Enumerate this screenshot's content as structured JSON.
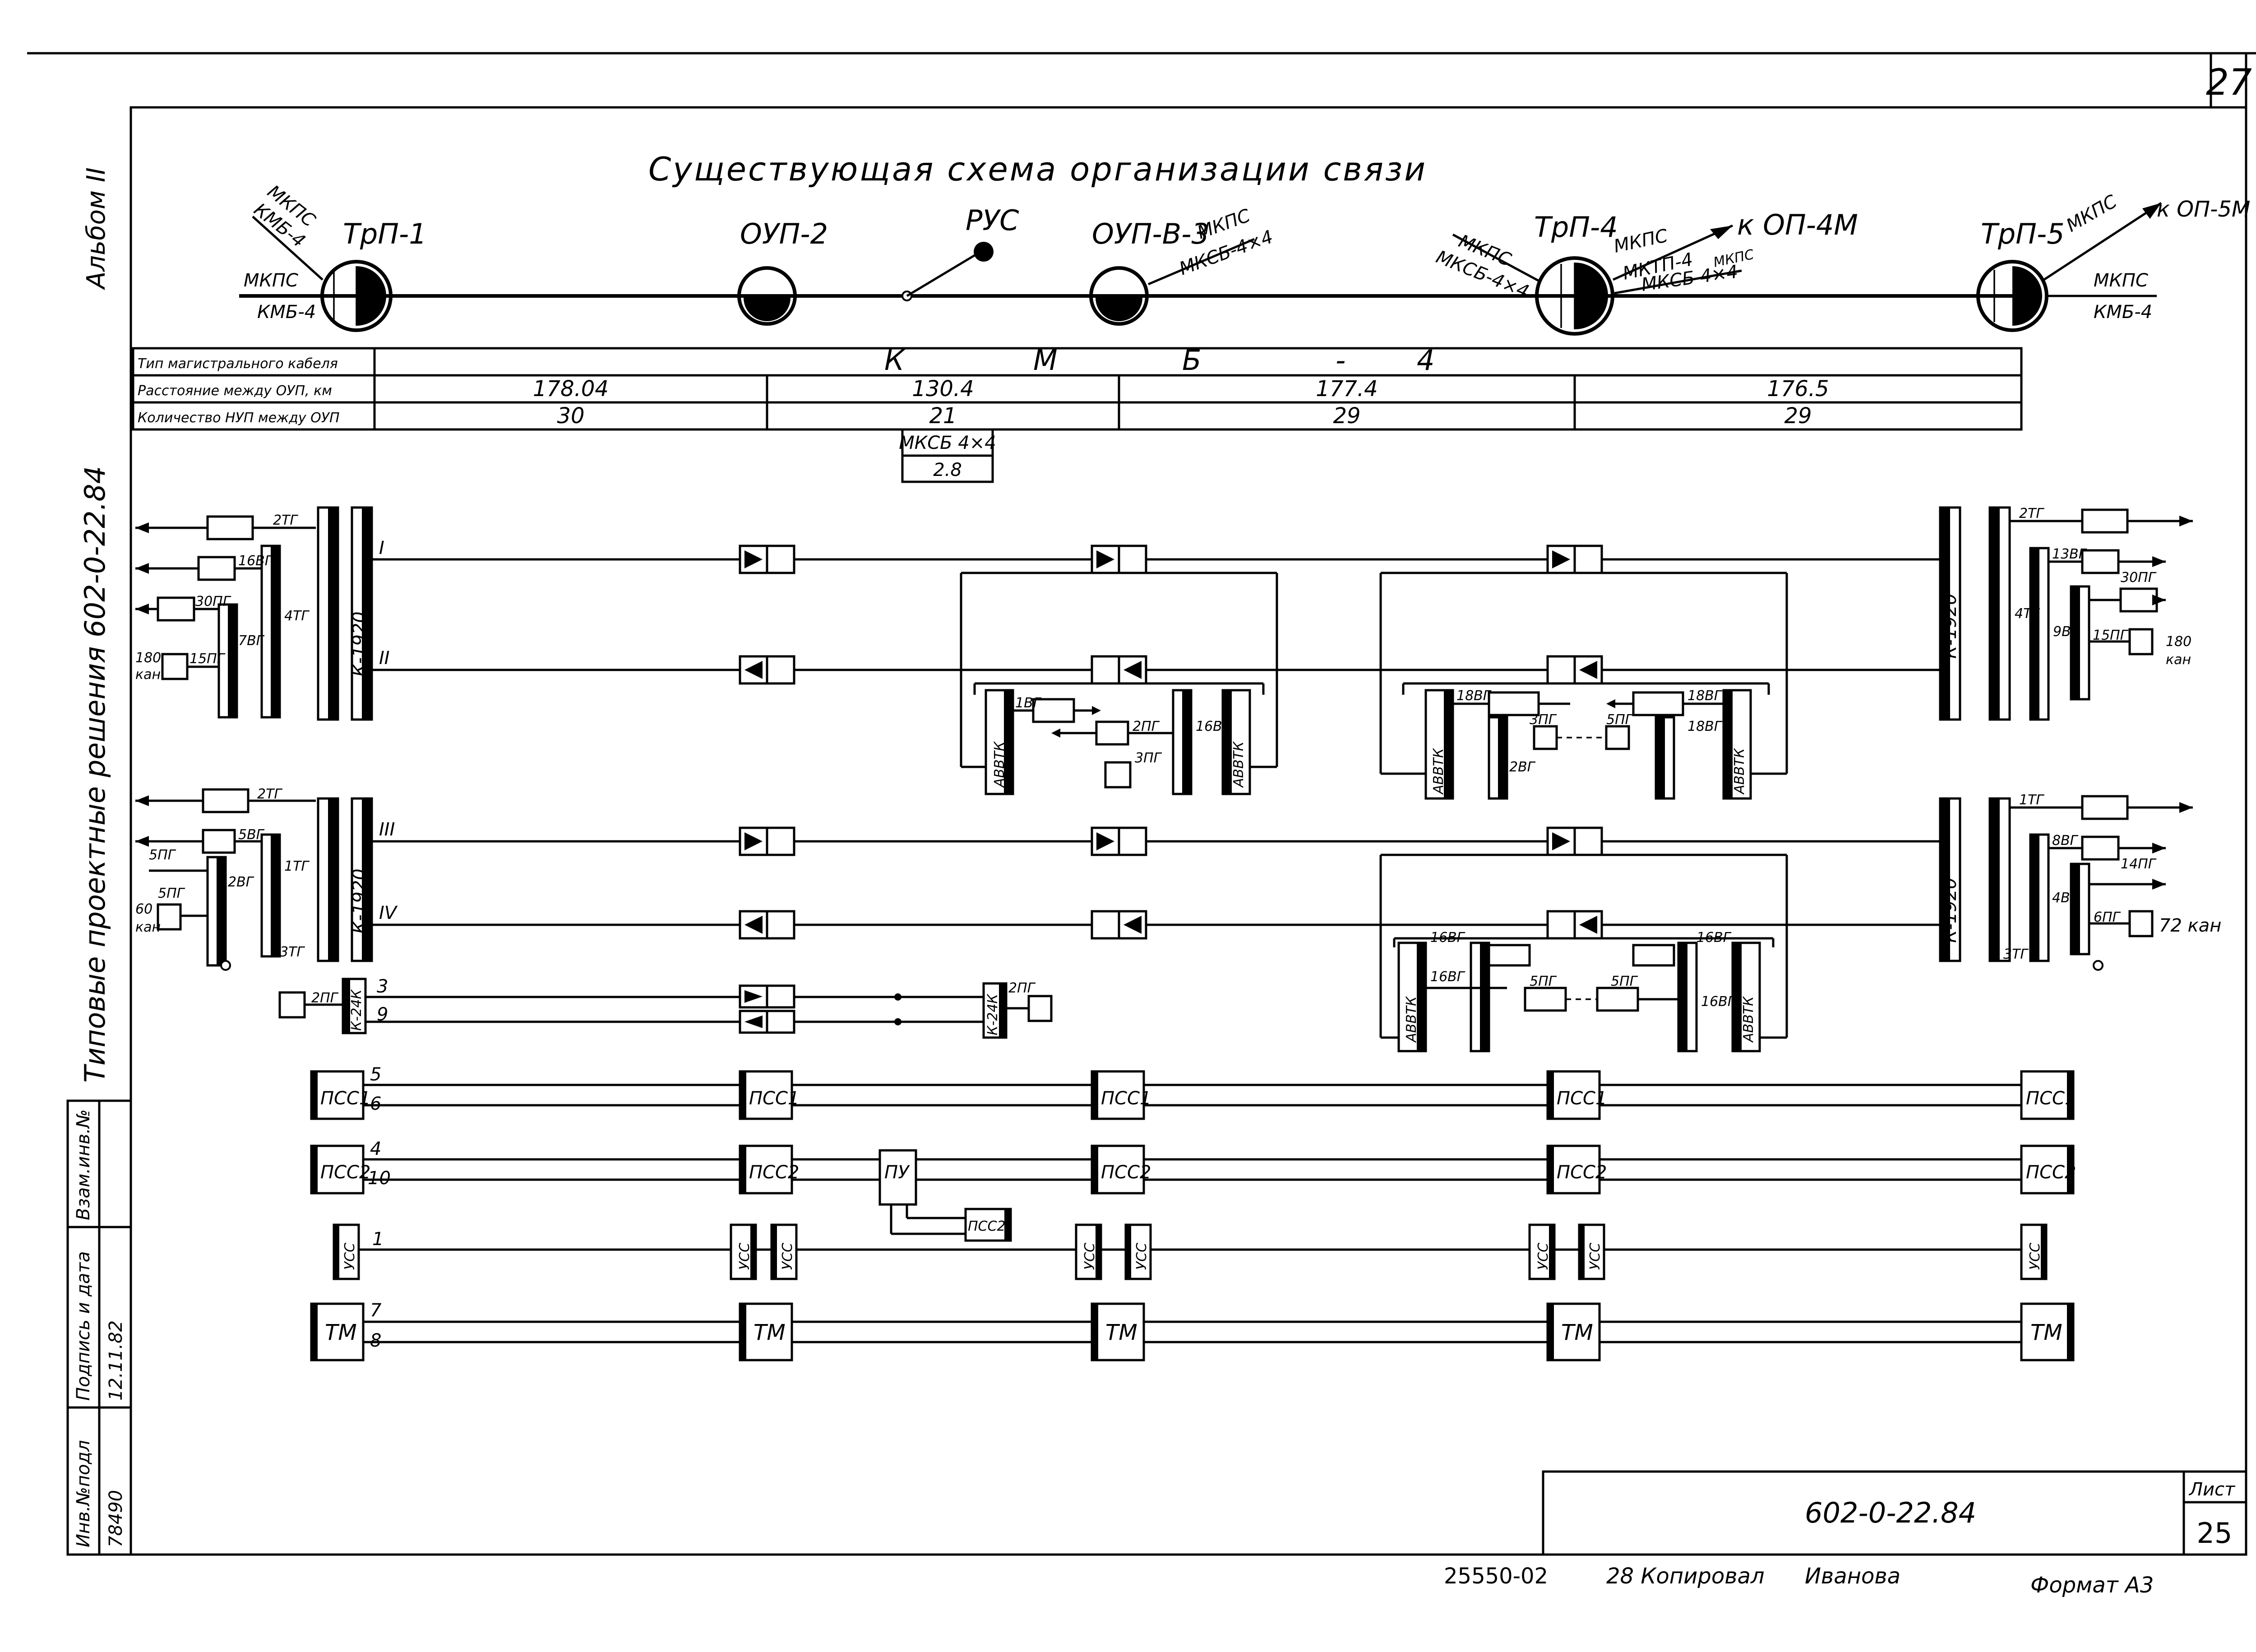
{
  "sheet": {
    "page_number": "27",
    "album": "Альбом II",
    "series": "Типовые проектные решения 602-0-22.84",
    "title": "Существующая схема организации связи",
    "drawing_code": "602-0-22.84",
    "sheet_label": "Лист",
    "sheet_number": "25",
    "footer_order": "25550-02",
    "footer_copy": "28 Копировал",
    "footer_copier": "Иванова",
    "footer_format": "Формат А3"
  },
  "side_stamp": {
    "inv_label": "Инв.№подл",
    "inv_value": "78490",
    "sign_label": "Подпись и дата",
    "sign_date": "12.11.82",
    "swap_label": "Взам.инв.№"
  },
  "stations": {
    "trp1": "ТрП-1",
    "oup2": "ОУП-2",
    "rus": "РУС",
    "oupv3": "ОУП-В-3",
    "trp4": "ТрП-4",
    "trp5": "ТрП-5"
  },
  "cable_labels": {
    "trp1_mkpc": "МКПС",
    "trp1_kmb_top": "КМБ-4",
    "trp1_mkpc_left": "МКПС",
    "trp1_kmb_left": "КМБ-4",
    "oupv3_mkpc": "МКПС",
    "oupv3_mksb": "МКСБ-4×4",
    "trp4_mkpc_left": "МКПС",
    "trp4_mksb_left": "МКСБ-4×4",
    "trp4_mkpc": "МКПС",
    "trp4_mktp": "МКТП-4",
    "trp4_mkpc2": "МКПС",
    "trp4_mksb": "МКСБ 4×4",
    "trp4_to": "к ОП-4М",
    "trp5_mkpc": "МКПС",
    "trp5_to": "к ОП-5М",
    "trp5_mkpc_right": "МКПС",
    "trp5_kmb_right": "КМБ-4"
  },
  "cable_table": {
    "row_headers": [
      "Тип магистрального кабеля",
      "Расстояние между ОУП, км",
      "Количество НУП между ОУП"
    ],
    "cable_type_letters": [
      "К",
      "М",
      "Б",
      "-",
      "4"
    ],
    "distances": [
      "178.04",
      "130.4",
      "177.4",
      "176.5"
    ],
    "nup_counts": [
      "30",
      "21",
      "29",
      "29"
    ],
    "branch_cable": "МКСБ 4×4",
    "branch_distance": "2.8"
  },
  "equipment": {
    "k1920": "К-1920",
    "k24k": "К-24К",
    "avvtk": "АВВТК",
    "psc1": "ПСС1",
    "psc2": "ПСС2",
    "pu": "ПУ",
    "usc": "УСС",
    "tm": "ТМ"
  },
  "line_numbers": {
    "l1": "I",
    "l2": "II",
    "l3": "III",
    "l4": "IV",
    "p3": "3",
    "p9": "9",
    "p5": "5",
    "p6": "6",
    "p4": "4",
    "p10": "10",
    "p1": "1",
    "p7": "7",
    "p8": "8"
  },
  "group_labels": {
    "t2": "2ТГ",
    "t1": "1ТГ",
    "t3": "3ТГ",
    "v16": "16ВГ",
    "v30": "30ПГ",
    "v7": "7ВГ",
    "v15p": "15ПГ",
    "v4t": "4ТГ",
    "v2": "2ВГ",
    "v5": "5ВГ",
    "p5": "5ПГ",
    "p2": "2ПГ",
    "p3": "3ПГ",
    "v18": "18ВГ",
    "v1": "1ВГ",
    "v16b": "16ВГ",
    "v13": "13ВГ",
    "v9": "9ВГ",
    "v8": "8ВГ",
    "v4": "4ВГ",
    "p14": "14ПГ",
    "p6": "6ПГ",
    "kan180_l": "180",
    "kan180_l2": "кан",
    "kan60": "60",
    "kan60b": "кан",
    "kan180_r": "180",
    "kan180_r2": "кан",
    "kan72": "72 кан",
    "v4tg": "4ТГ",
    "v3tg": "3ТГ"
  }
}
